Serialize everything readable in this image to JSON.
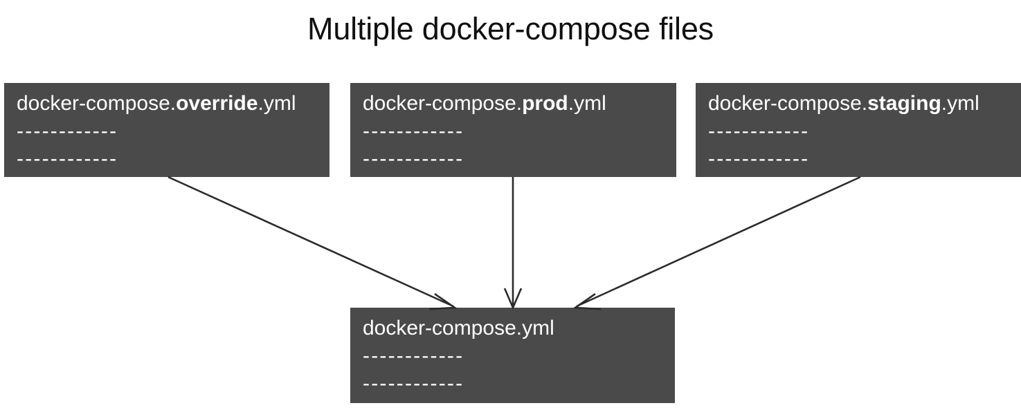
{
  "title": "Multiple docker-compose files",
  "boxes": {
    "override": {
      "prefix": "docker-compose.",
      "emphasis": "override",
      "suffix": ".yml",
      "line1": "------------",
      "line2": "------------"
    },
    "prod": {
      "prefix": "docker-compose.",
      "emphasis": "prod",
      "suffix": ".yml",
      "line1": "------------",
      "line2": "------------"
    },
    "staging": {
      "prefix": "docker-compose.",
      "emphasis": "staging",
      "suffix": ".yml",
      "line1": "------------",
      "line2": "------------"
    },
    "base": {
      "prefix": "docker-compose.yml",
      "emphasis": "",
      "suffix": "",
      "line1": "------------",
      "line2": "------------"
    }
  },
  "arrows": [
    {
      "name": "override-to-base",
      "from": "override",
      "to": "base"
    },
    {
      "name": "prod-to-base",
      "from": "prod",
      "to": "base"
    },
    {
      "name": "staging-to-base",
      "from": "staging",
      "to": "base"
    }
  ],
  "colors": {
    "box_fill": "#4a4a4a",
    "box_text": "#ffffff",
    "title_text": "#101010",
    "arrow_stroke": "#2b2b2b",
    "background": "#ffffff"
  }
}
